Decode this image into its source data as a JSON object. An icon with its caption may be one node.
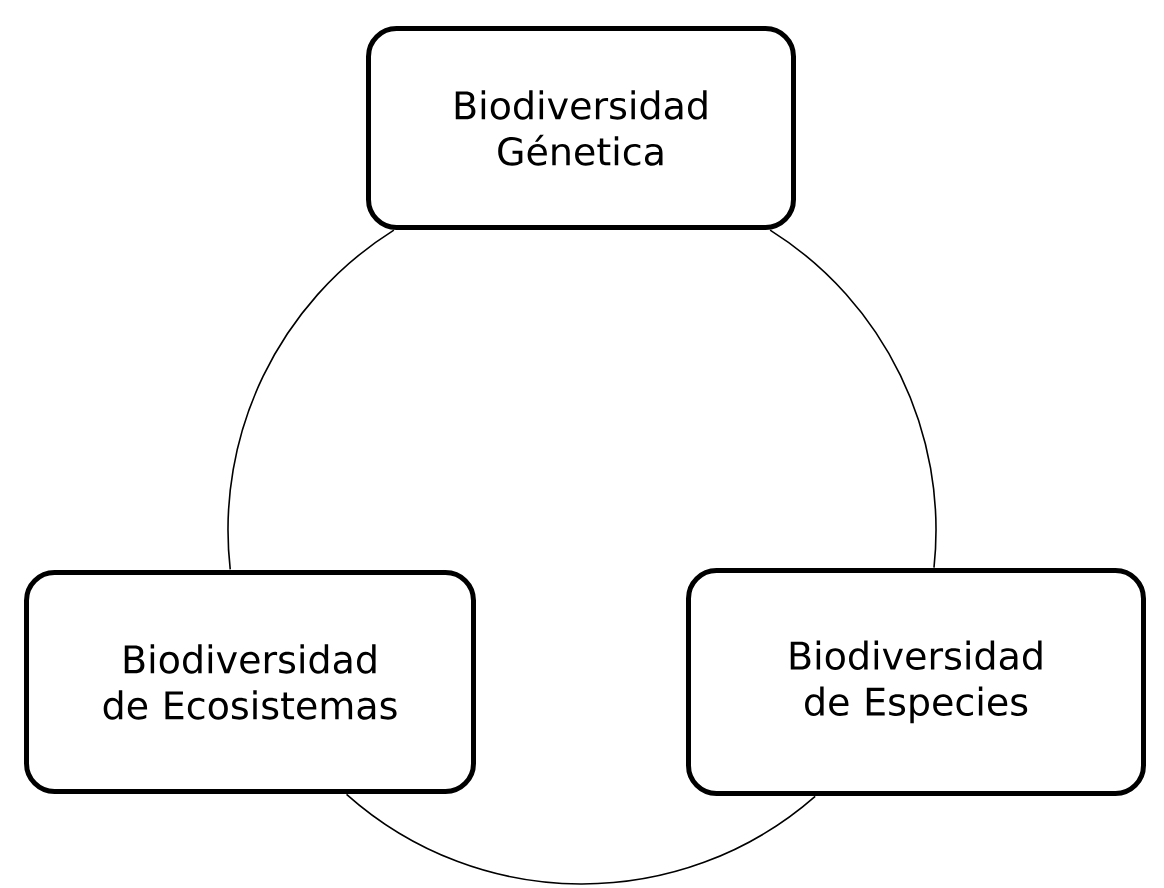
{
  "diagram": {
    "nodes": [
      {
        "text": [
          "Biodiversidad Génetica"
        ]
      },
      {
        "text": [
          "Biodiversidad de Ecosistemas"
        ]
      },
      {
        "text": [
          "Biodiversidad de Especies"
        ]
      }
    ],
    "edges": [
      {
        "from": 0,
        "to": 2,
        "arrow": "none"
      },
      {
        "from": 2,
        "to": 1,
        "arrow": "none"
      },
      {
        "from": 1,
        "to": 0,
        "arrow": "none"
      }
    ]
  }
}
